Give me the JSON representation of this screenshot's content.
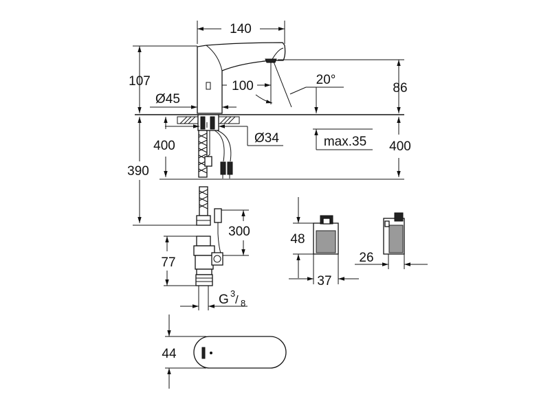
{
  "drawing": {
    "dims": {
      "spout_width": "140",
      "total_height": "107",
      "reach": "100",
      "angle": "20°",
      "spout_height": "86",
      "body_dia": "Ø45",
      "hole_dia": "Ø34",
      "max_thickness": "max.35",
      "hose_len_left": "400",
      "hose_len_right": "400",
      "cable_len": "390",
      "cable_300": "300",
      "valve_height": "77",
      "thread": "G",
      "thread_frac_num": "3",
      "thread_frac_den": "8",
      "box_height": "48",
      "box_width": "37",
      "box_depth": "26",
      "top_view_width": "44"
    }
  }
}
